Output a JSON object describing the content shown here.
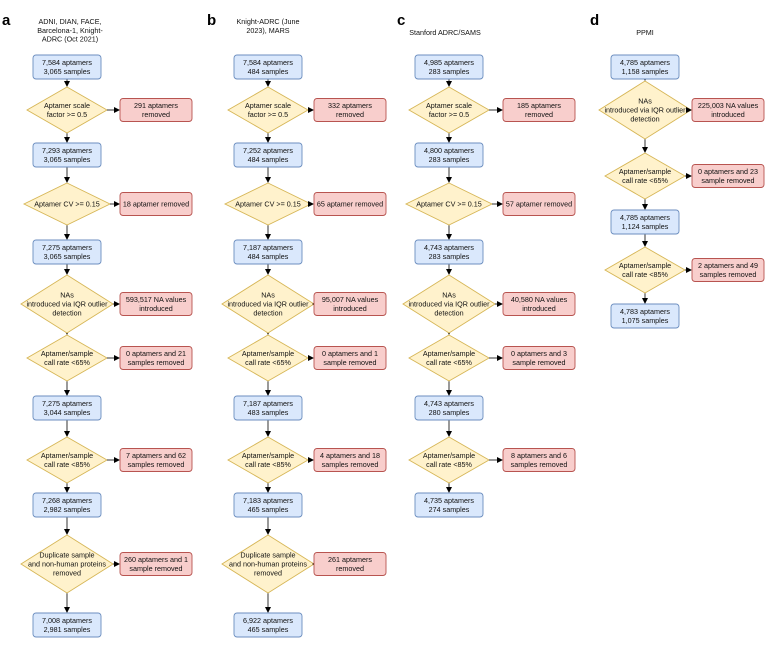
{
  "colors": {
    "blue_fill": "#dae8fc",
    "blue_stroke": "#6c8ebf",
    "diamond_fill": "#fff2cc",
    "diamond_stroke": "#d6b656",
    "red_fill": "#f8cecc",
    "red_stroke": "#b85450",
    "edge": "#000000"
  },
  "panels": [
    {
      "letter": "a",
      "title": [
        "ADNI, DIAN, FACE,",
        "Barcelona-1, Knight-",
        "ADRC (Oct 2021)"
      ],
      "nodes": [
        {
          "type": "box",
          "lines": [
            "7,584 aptamers",
            "3,065 samples"
          ]
        },
        {
          "type": "diamond",
          "lines": [
            "Aptamer scale",
            "factor >= 0.5"
          ],
          "side": [
            "291 aptamers",
            "removed"
          ]
        },
        {
          "type": "box",
          "lines": [
            "7,293 aptamers",
            "3,065 samples"
          ]
        },
        {
          "type": "diamond",
          "lines": [
            "Aptamer CV >= 0.15"
          ],
          "side": [
            "18 aptamer removed"
          ]
        },
        {
          "type": "box",
          "lines": [
            "7,275 aptamers",
            "3,065 samples"
          ]
        },
        {
          "type": "diamond",
          "lines": [
            "NAs",
            "introduced via IQR outlier",
            "detection"
          ],
          "side": [
            "593,517 NA values",
            "introduced"
          ]
        },
        {
          "type": "diamond",
          "lines": [
            "Aptamer/sample",
            "call rate <65%"
          ],
          "side": [
            "0 aptamers and 21",
            "samples removed"
          ]
        },
        {
          "type": "box",
          "lines": [
            "7,275 aptamers",
            "3,044 samples"
          ]
        },
        {
          "type": "diamond",
          "lines": [
            "Aptamer/sample",
            "call rate <85%"
          ],
          "side": [
            "7 aptamers and 62",
            "samples removed"
          ]
        },
        {
          "type": "box",
          "lines": [
            "7,268 aptamers",
            "2,982 samples"
          ]
        },
        {
          "type": "diamond",
          "lines": [
            "Duplicate sample",
            "and non-human proteins",
            "removed"
          ],
          "side": [
            "260 aptamers and 1",
            "sample removed"
          ]
        },
        {
          "type": "box",
          "lines": [
            "7,008 aptamers",
            "2,981 samples"
          ]
        }
      ]
    },
    {
      "letter": "b",
      "title": [
        "Knight-ADRC (June",
        "2023), MARS"
      ],
      "nodes": [
        {
          "type": "box",
          "lines": [
            "7,584 aptamers",
            "484 samples"
          ]
        },
        {
          "type": "diamond",
          "lines": [
            "Aptamer scale",
            "factor >= 0.5"
          ],
          "side": [
            "332 aptamers",
            "removed"
          ]
        },
        {
          "type": "box",
          "lines": [
            "7,252 aptamers",
            "484 samples"
          ]
        },
        {
          "type": "diamond",
          "lines": [
            "Aptamer CV >= 0.15"
          ],
          "side": [
            "65 aptamer removed"
          ]
        },
        {
          "type": "box",
          "lines": [
            "7,187 aptamers",
            "484 samples"
          ]
        },
        {
          "type": "diamond",
          "lines": [
            "NAs",
            "introduced via IQR outlier",
            "detection"
          ],
          "side": [
            "95,007 NA values",
            "introduced"
          ]
        },
        {
          "type": "diamond",
          "lines": [
            "Aptamer/sample",
            "call rate <65%"
          ],
          "side": [
            "0 aptamers and 1",
            "sample removed"
          ]
        },
        {
          "type": "box",
          "lines": [
            "7,187 aptamers",
            "483 samples"
          ]
        },
        {
          "type": "diamond",
          "lines": [
            "Aptamer/sample",
            "call rate <85%"
          ],
          "side": [
            "4 aptamers and 18",
            "samples removed"
          ]
        },
        {
          "type": "box",
          "lines": [
            "7,183 aptamers",
            "465 samples"
          ]
        },
        {
          "type": "diamond",
          "lines": [
            "Duplicate sample",
            "and non-human proteins",
            "removed"
          ],
          "side": [
            "261 aptamers",
            "removed"
          ]
        },
        {
          "type": "box",
          "lines": [
            "6,922 aptamers",
            "465 samples"
          ]
        }
      ]
    },
    {
      "letter": "c",
      "title": [
        "Stanford ADRC/SAMS"
      ],
      "nodes": [
        {
          "type": "box",
          "lines": [
            "4,985 aptamers",
            "283 samples"
          ]
        },
        {
          "type": "diamond",
          "lines": [
            "Aptamer scale",
            "factor >= 0.5"
          ],
          "side": [
            "185 aptamers",
            "removed"
          ]
        },
        {
          "type": "box",
          "lines": [
            "4,800 aptamers",
            "283 samples"
          ]
        },
        {
          "type": "diamond",
          "lines": [
            "Aptamer CV >= 0.15"
          ],
          "side": [
            "57 aptamer removed"
          ]
        },
        {
          "type": "box",
          "lines": [
            "4,743 aptamers",
            "283 samples"
          ]
        },
        {
          "type": "diamond",
          "lines": [
            "NAs",
            "introduced via IQR outlier",
            "detection"
          ],
          "side": [
            "40,580 NA values",
            "introduced"
          ]
        },
        {
          "type": "diamond",
          "lines": [
            "Aptamer/sample",
            "call rate <65%"
          ],
          "side": [
            "0 aptamers and 3",
            "sample removed"
          ]
        },
        {
          "type": "box",
          "lines": [
            "4,743 aptamers",
            "280 samples"
          ]
        },
        {
          "type": "diamond",
          "lines": [
            "Aptamer/sample",
            "call rate <85%"
          ],
          "side": [
            "8 aptamers and 6",
            "samples removed"
          ]
        },
        {
          "type": "box",
          "lines": [
            "4,735 aptamers",
            "274 samples"
          ]
        }
      ]
    },
    {
      "letter": "d",
      "title": [
        "PPMI"
      ],
      "nodes": [
        {
          "type": "box",
          "lines": [
            "4,785 aptamers",
            "1,158 samples"
          ]
        },
        {
          "type": "diamond",
          "lines": [
            "NAs",
            "introduced via IQR outlier",
            "detection"
          ],
          "side": [
            "225,003 NA values",
            "introduced"
          ]
        },
        {
          "type": "diamond",
          "lines": [
            "Aptamer/sample",
            "call rate <65%"
          ],
          "side": [
            "0 aptamers and 23",
            "sample removed"
          ]
        },
        {
          "type": "box",
          "lines": [
            "4,785 aptamers",
            "1,124 samples"
          ]
        },
        {
          "type": "diamond",
          "lines": [
            "Aptamer/sample",
            "call rate <85%"
          ],
          "side": [
            "2 aptamers and 49",
            "samples removed"
          ]
        },
        {
          "type": "box",
          "lines": [
            "4,783 aptamers",
            "1,075 samples"
          ]
        }
      ]
    }
  ]
}
